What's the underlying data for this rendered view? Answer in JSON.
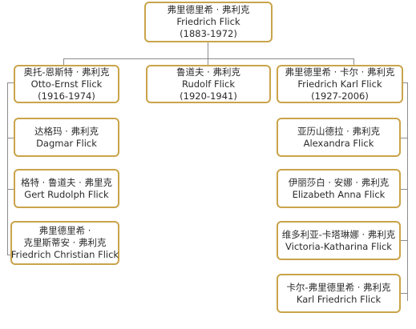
{
  "root": {
    "line1": "弗里德里希 · 弗利克",
    "line2": "Friedrich Flick",
    "line3": "(1883-1972)"
  },
  "children": [
    {
      "line1": "奥托-恩斯特 · 弗利克",
      "line2": "Otto-Ernst Flick",
      "line3": "(1916-1974)"
    },
    {
      "line1": "鲁道夫 · 弗利克",
      "line2": "Rudolf Flick",
      "line3": "(1920-1941)"
    },
    {
      "line1": "弗里德里希 · 卡尔 · 弗利克",
      "line2": "Friedrich Karl Flick",
      "line3": "(1927-2006)"
    }
  ],
  "otto_children": [
    {
      "line1": "达格玛 · 弗利克",
      "line2": "Dagmar Flick"
    },
    {
      "line1": "格特 · 鲁道夫 · 弗里克",
      "line2": "Gert Rudolph Flick"
    },
    {
      "line1": "弗里德里希 ·",
      "line2": "克里斯蒂安 · 弗利克",
      "line3": "Friedrich Christian Flick"
    }
  ],
  "karl_children": [
    {
      "line1": "亚历山德拉 · 弗利克",
      "line2": "Alexandra Flick"
    },
    {
      "line1": "伊丽莎白 · 安娜 · 弗利克",
      "line2": "Elizabeth Anna Flick"
    },
    {
      "line1": "维多利亚-卡塔琳娜 · 弗利克",
      "line2": "Victoria-Katharina Flick"
    },
    {
      "line1": "卡尔-弗里德里希 · 弗利克",
      "line2": "Karl Friedrich Flick"
    }
  ],
  "colors": {
    "box_border": "#c9a44a",
    "connector": "#8c8c8c",
    "text": "#2b2b2b"
  }
}
